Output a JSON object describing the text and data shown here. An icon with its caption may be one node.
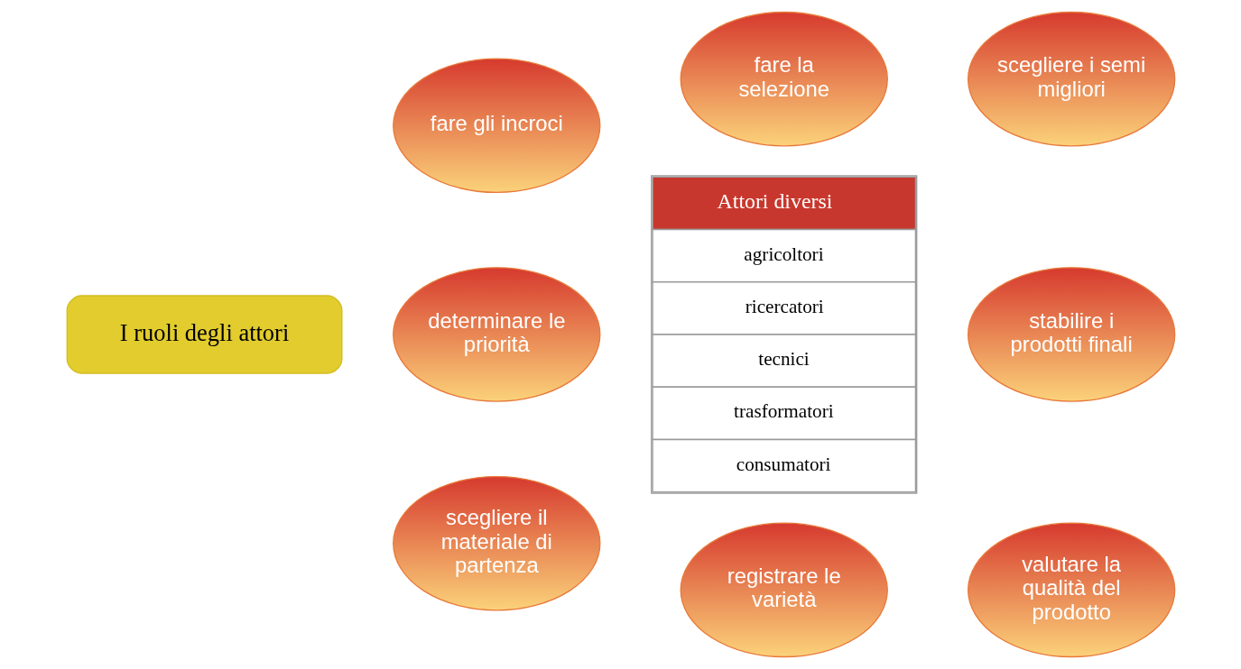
{
  "diagram": {
    "nodes": [
      {
        "text": [
          "I ruoli degli attori"
        ]
      },
      {
        "text": [
          "fare la selezione"
        ]
      },
      {
        "text": [
          "fare gli incroci"
        ]
      },
      {
        "text": [
          "scegliere i semi migliori"
        ]
      },
      {
        "text": [
          "Attori diversi",
          "agricoltori",
          "ricercatori",
          "tecnici",
          "trasformatori",
          "consumatori"
        ]
      },
      {
        "text": [
          "determinare le priorità"
        ]
      },
      {
        "text": [
          "stabilire i prodotti finali"
        ]
      },
      {
        "text": [
          "scegliere il materiale di partenza"
        ]
      },
      {
        "text": [
          "valutare la qualità del prodotto"
        ]
      },
      {
        "text": [
          "registrare le varietà"
        ]
      }
    ],
    "edges": []
  }
}
